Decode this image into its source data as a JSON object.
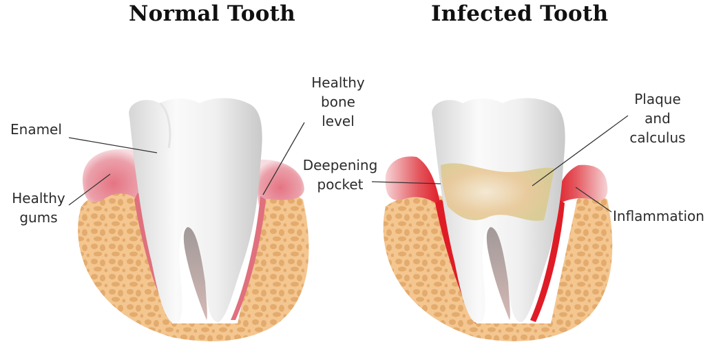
{
  "panels": [
    {
      "title": "Normal Tooth",
      "labels": {
        "enamel": "Enamel",
        "healthy_gums_1": "Healthy",
        "healthy_gums_2": "gums",
        "bone_1": "Healthy",
        "bone_2": "bone",
        "bone_3": "level"
      }
    },
    {
      "title": "Infected Tooth",
      "labels": {
        "pocket_1": "Deepening",
        "pocket_2": "pocket",
        "plaque_1": "Plaque",
        "plaque_2": "and",
        "plaque_3": "calculus",
        "inflammation": "Inflammation"
      }
    }
  ],
  "colors": {
    "bone": "#f4c690",
    "bone_spots": "#e2aa6c",
    "healthy_gum": "#e3707e",
    "inflamed_gum": "#e3202a",
    "tooth": "#f2f2f2",
    "plaque": "#e3c38f"
  }
}
